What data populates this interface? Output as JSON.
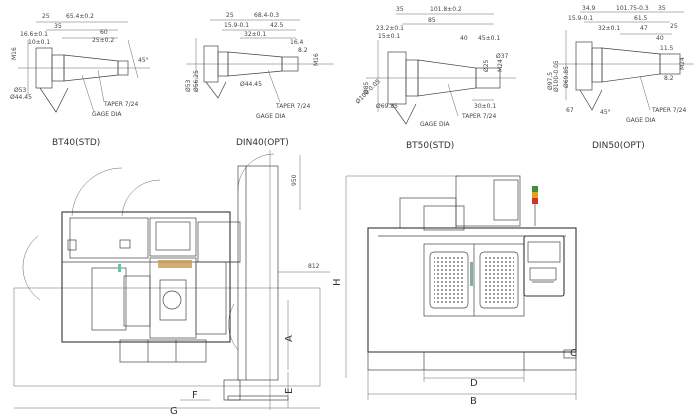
{
  "tool_drawings": [
    {
      "caption": "BT40(STD)",
      "dims_top": [
        "25",
        "65.4±0.2"
      ],
      "dims_mid": [
        "16.6±0.1",
        "10±0.1",
        "35",
        "25±0.2",
        "60"
      ],
      "dims_left": [
        "M16",
        "Ø53",
        "Ø44.45"
      ],
      "dims_right": [
        "45°"
      ],
      "taper_label": "TAPER 7/24",
      "gage_label": "GAGE DIA"
    },
    {
      "caption": "DIN40(OPT)",
      "dims_top": [
        "25",
        "68.4-0.3",
        "15.9-0.1",
        "42.5",
        "32±0.1",
        "16.4",
        "8.2"
      ],
      "dims_left": [
        "Ø53",
        "Ø56.25",
        "Ø44.45"
      ],
      "dims_right": [
        "M16"
      ],
      "taper_label": "TAPER 7/24",
      "gage_label": "GAGE DIA"
    },
    {
      "caption": "BT50(STD)",
      "dims_top": [
        "35",
        "101.8±0.2",
        "23.2±0.1",
        "15±0.1",
        "85",
        "40",
        "45±0.1"
      ],
      "dims_left": [
        "Ø85",
        "Ø69.85",
        "Ø100-0.05"
      ],
      "dims_right": [
        "M24",
        "Ø25",
        "Ø37"
      ],
      "dims_bottom": [
        "30±0.1"
      ],
      "taper_label": "TAPER 7/24",
      "gage_label": "GAGE DIA"
    },
    {
      "caption": "DIN50(OPT)",
      "dims_top": [
        "34.9",
        "101.75-0.3",
        "35",
        "15.9-0.1",
        "61.5",
        "47",
        "32±0.1",
        "40",
        "25"
      ],
      "dims_left": [
        "Ø100-0.05",
        "Ø69.85",
        "Ø97.5"
      ],
      "dims_right": [
        "M24",
        "11.5",
        "8.2"
      ],
      "dims_bottom": [
        "67",
        "45°"
      ],
      "taper_label": "TAPER 7/24",
      "gage_label": "GAGE DIA"
    }
  ],
  "plan_view": {
    "dim_950": "950",
    "dim_812": "812",
    "label_A": "A",
    "label_E": "E",
    "label_F": "F",
    "label_G": "G"
  },
  "front_view": {
    "label_H": "H",
    "label_C": "C",
    "label_D": "D",
    "label_B": "B",
    "signal_colors": [
      "#3f8f3f",
      "#e0a020",
      "#cc3333"
    ]
  }
}
